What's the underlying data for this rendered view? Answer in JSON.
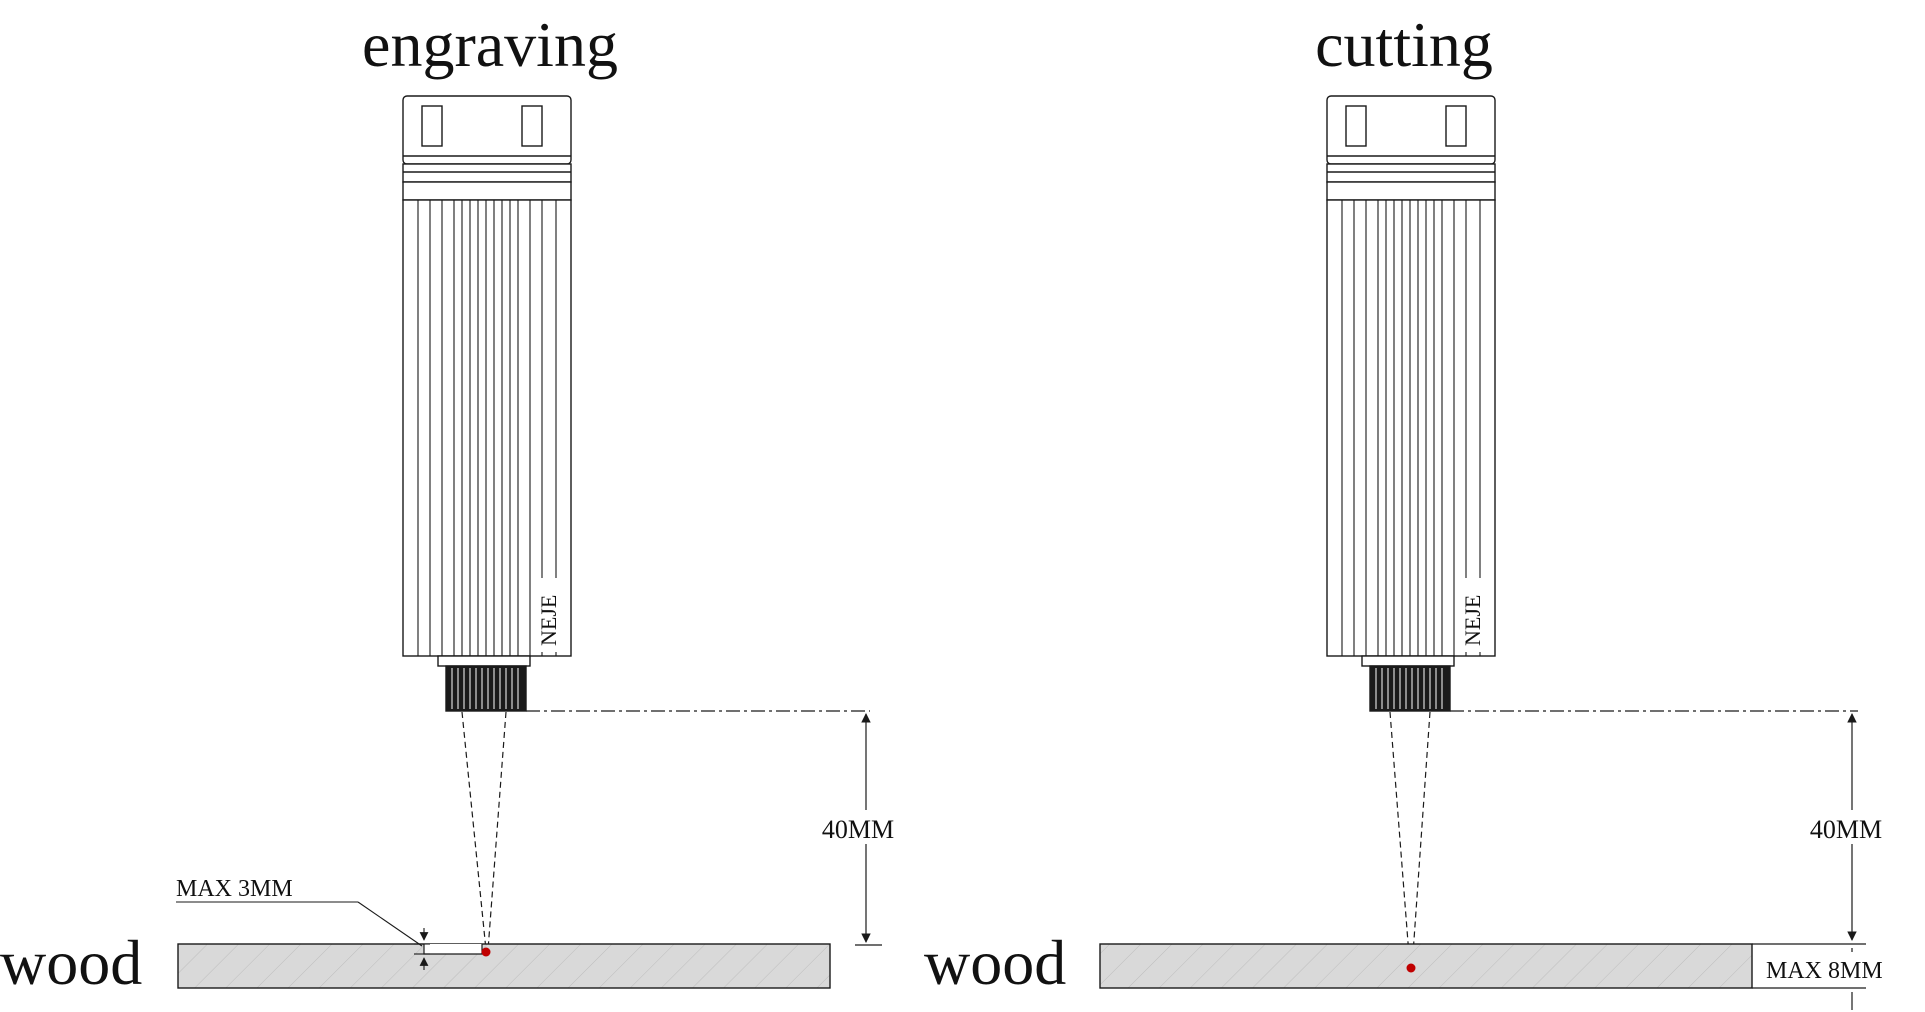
{
  "panels": [
    {
      "id": "engraving",
      "title": "engraving",
      "brand": "NEJE",
      "distance_label": "40MM",
      "depth_label": "MAX 3MM",
      "material_label": "wood"
    },
    {
      "id": "cutting",
      "title": "cutting",
      "brand": "NEJE",
      "distance_label": "40MM",
      "depth_label": "MAX 8MM",
      "material_label": "wood"
    }
  ],
  "colors": {
    "wood_fill": "#d9d9d9",
    "focus_point": "#c00000",
    "line": "#1a1a1a"
  }
}
